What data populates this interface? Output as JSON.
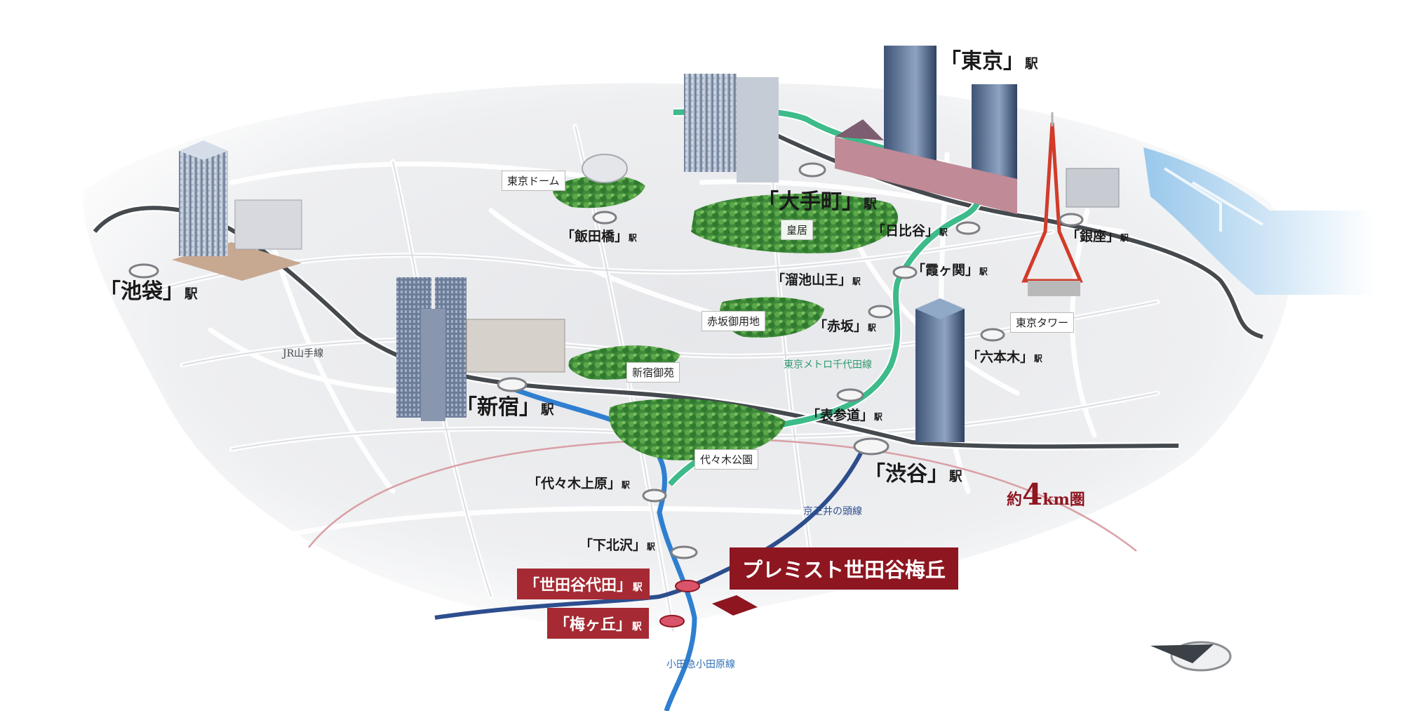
{
  "stations": {
    "ikebukuro": "「池袋」",
    "shinjuku": "「新宿」",
    "shibuya": "「渋谷」",
    "tokyo": "「東京」",
    "otemachi": "「大手町」",
    "iidabashi": "「飯田橋」",
    "hibiya": "「日比谷」",
    "kasumigaseki": "「霞ヶ関」",
    "tameike": "「溜池山王」",
    "akasaka": "「赤坂」",
    "ginza": "「銀座」",
    "roppongi": "「六本木」",
    "omotesando": "「表参道」",
    "yoyogiuehara": "「代々木上原」",
    "shimokitazawa": "「下北沢」",
    "setagayadaita": "「世田谷代田」",
    "umegaoka": "「梅ヶ丘」"
  },
  "eki_suffix": "駅",
  "landmarks": {
    "tokyo_dome": "東京ドーム",
    "kokyo": "皇居",
    "akasaka_gyoyochi": "赤坂御用地",
    "shinjuku_gyoen": "新宿御苑",
    "yoyogi_koen": "代々木公園",
    "tokyo_tower": "東京タワー"
  },
  "lines": {
    "jr_yamanote": "JR山手線",
    "chiyoda": "東京メトロ千代田線",
    "inokashira": "京王井の頭線",
    "odakyu": "小田急小田原線"
  },
  "property_name": "プレミスト世田谷梅丘",
  "ring": {
    "prefix": "約",
    "number": "4",
    "unit": "km",
    "suffix": "圏"
  },
  "colors": {
    "yamanote": "#454a4f",
    "chiyoda": "#3dbb8a",
    "odakyu": "#2f7fd0",
    "inokashira": "#2d4e8e",
    "property": "#8e1621",
    "ring": "#d9a0a6"
  }
}
